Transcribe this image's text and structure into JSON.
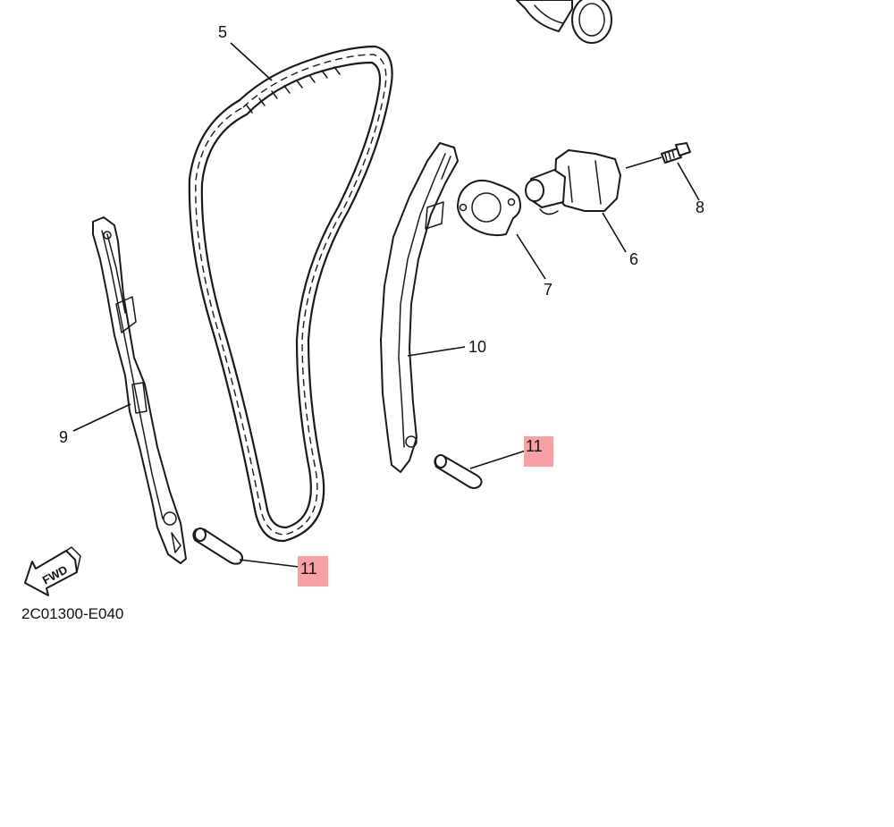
{
  "diagram": {
    "figure_code": "2C01300-E040",
    "direction_label": "FWD",
    "highlight_color": "#f6a1a6",
    "callouts": {
      "chain": "5",
      "tensioner": "6",
      "gasket": "7",
      "bolt": "8",
      "guide_left": "9",
      "guide_right": "10",
      "pin_right": "11",
      "pin_left": "11"
    },
    "highlighted_callouts": [
      "pin_right",
      "pin_left"
    ]
  }
}
